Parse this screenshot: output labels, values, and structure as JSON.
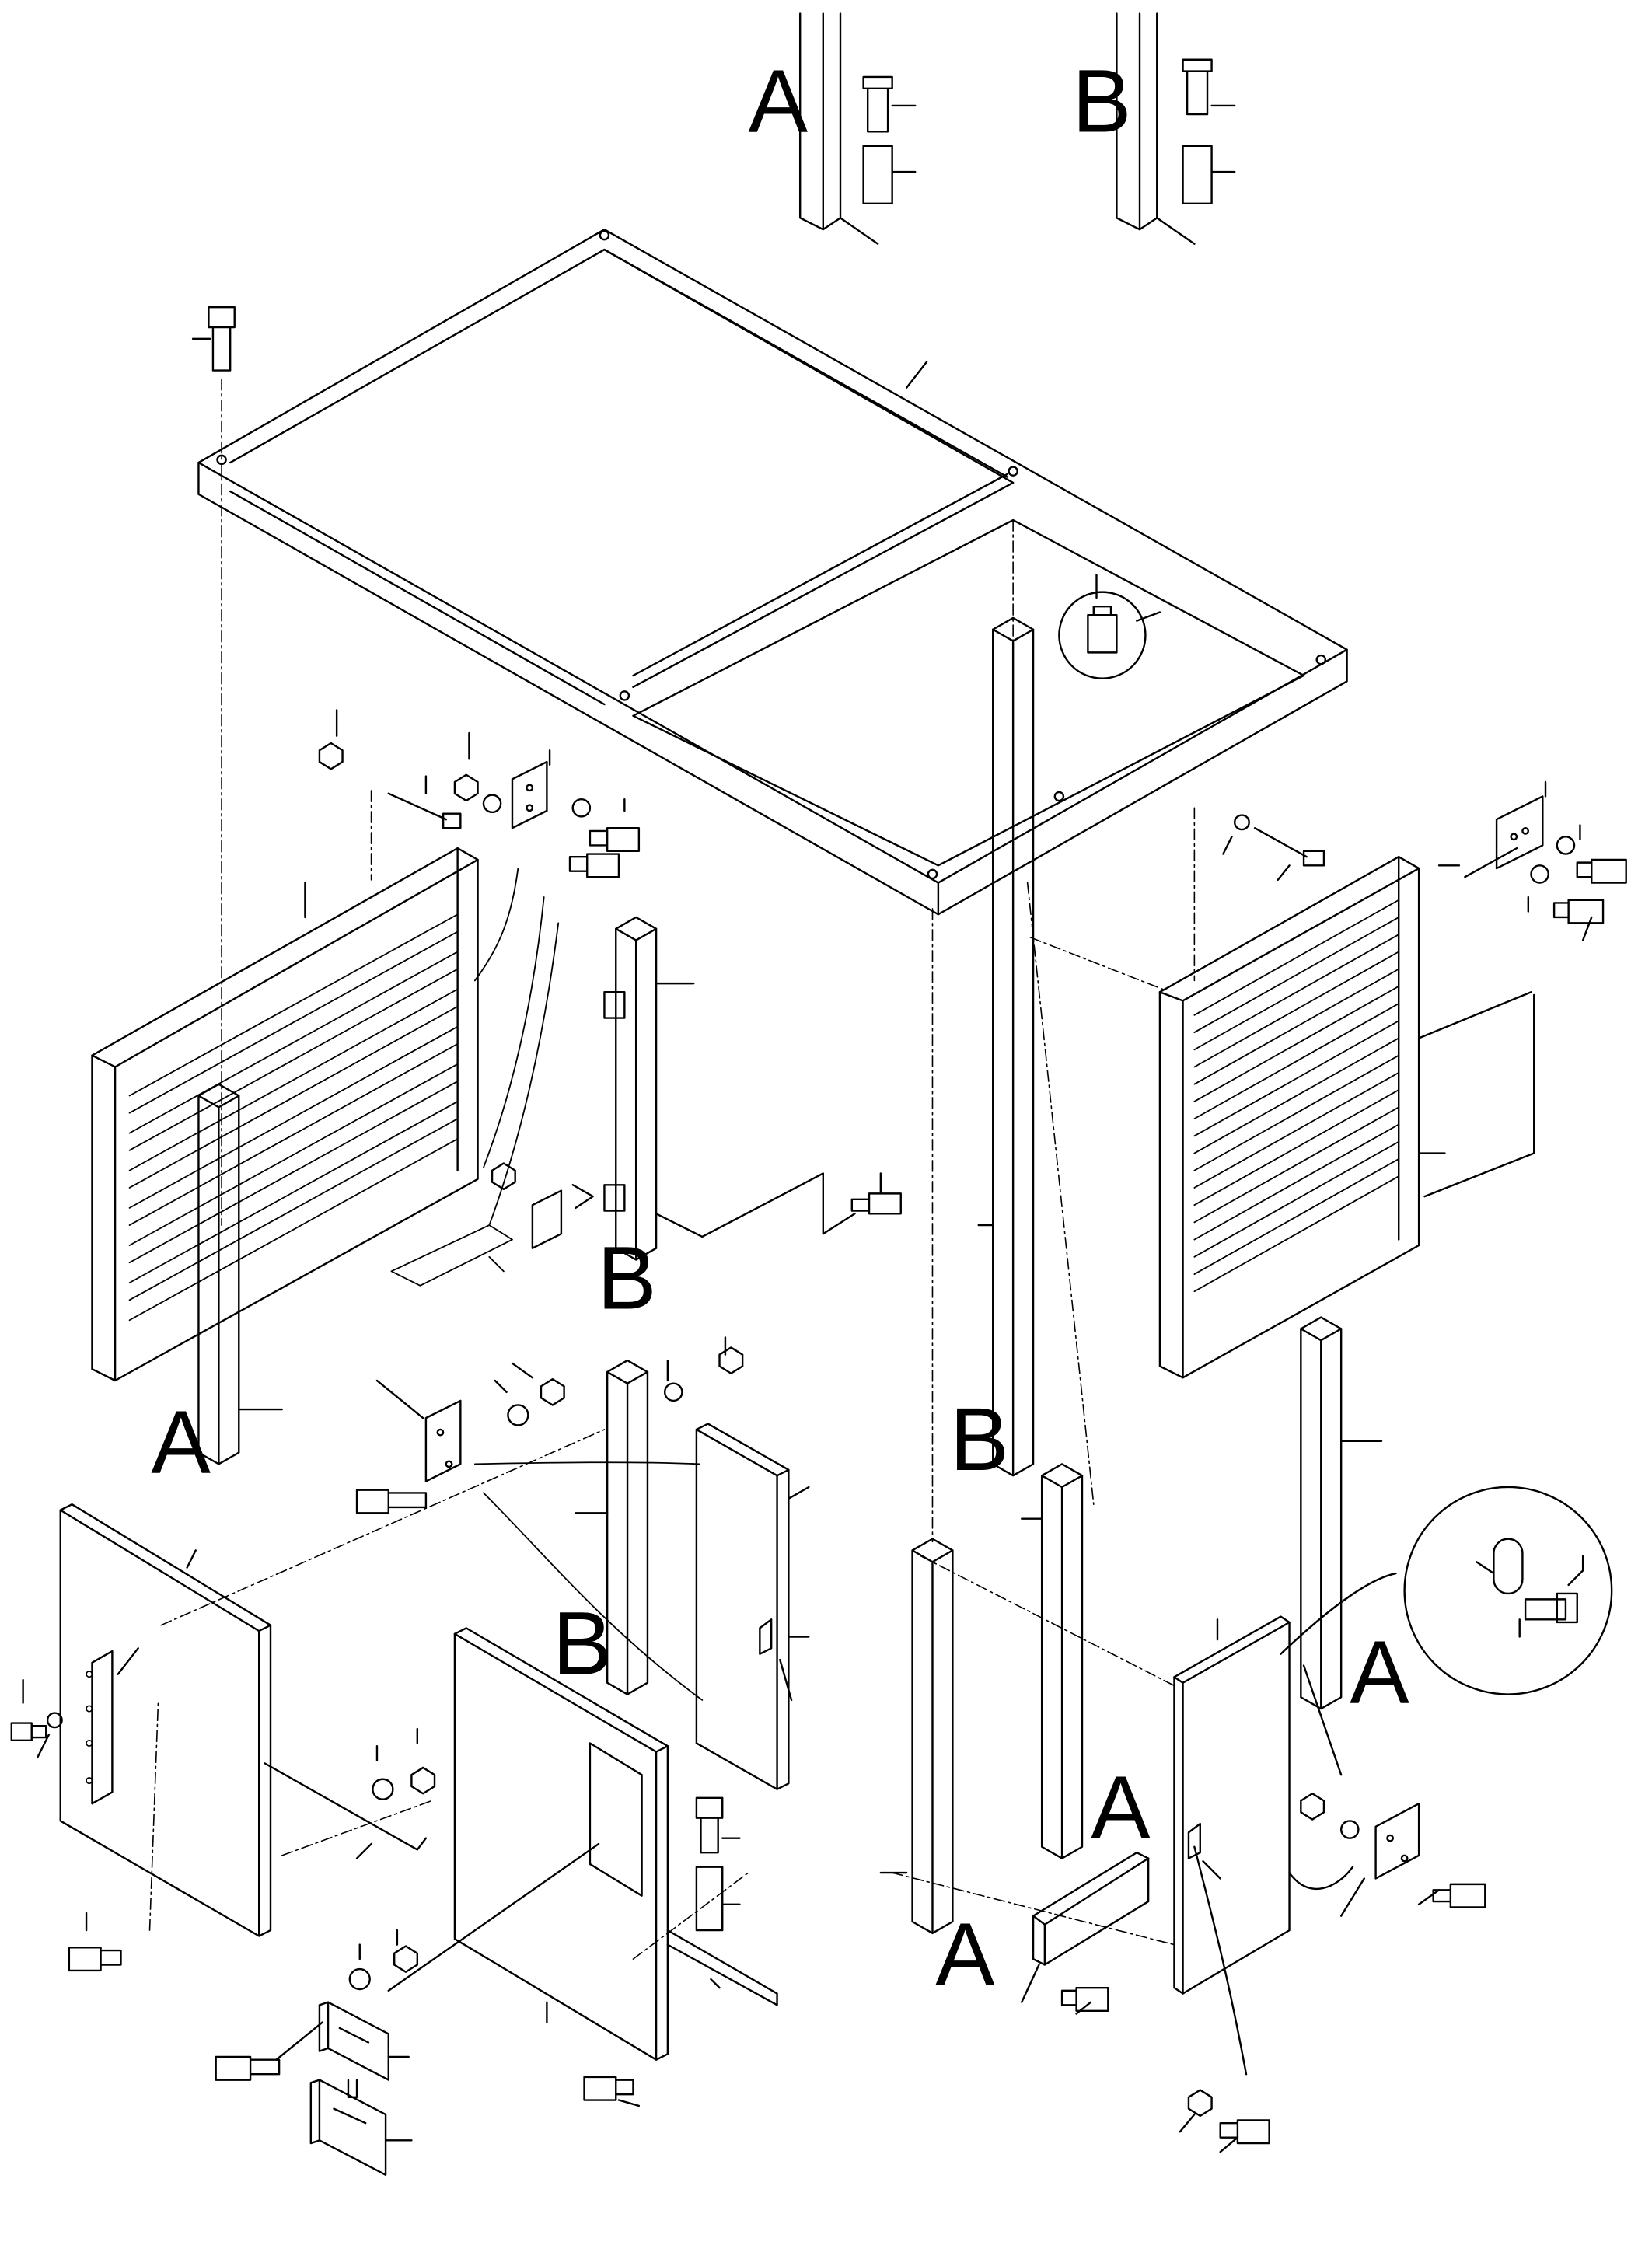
{
  "detail_a": {
    "letter": "A"
  },
  "detail_b": {
    "letter": "B"
  },
  "reference_labels": {
    "post_left_front": "A",
    "post_left_back": "B",
    "post_center": "B",
    "post_front_left": "A",
    "post_front_right": "A",
    "post_middle": "B",
    "post_right_front": "A"
  }
}
